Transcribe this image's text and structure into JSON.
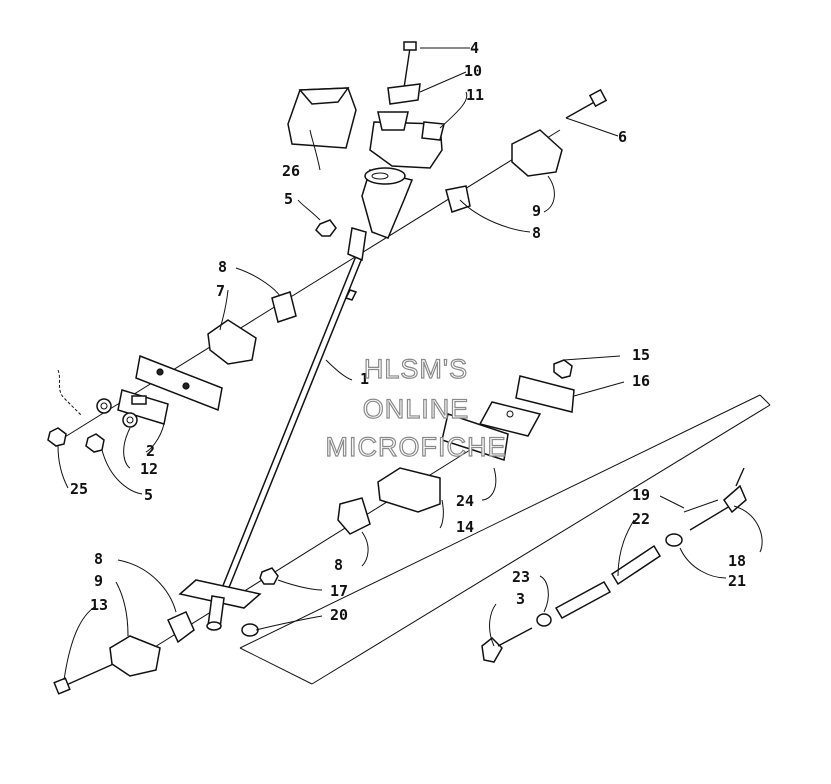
{
  "watermark": {
    "line1": "HLSM'S",
    "line2": "ONLINE",
    "line3": "MICROFICHE"
  },
  "callouts": {
    "c1": "1",
    "c2": "2",
    "c3": "3",
    "c4": "4",
    "c5a": "5",
    "c5b": "5",
    "c6": "6",
    "c7": "7",
    "c8a": "8",
    "c8b": "8",
    "c8c": "8",
    "c8d": "8",
    "c9a": "9",
    "c9b": "9",
    "c10": "10",
    "c11": "11",
    "c12": "12",
    "c13": "13",
    "c14": "14",
    "c15": "15",
    "c16": "16",
    "c17": "17",
    "c18": "18",
    "c19": "19",
    "c20": "20",
    "c21": "21",
    "c22": "22",
    "c23": "23",
    "c24": "24",
    "c25": "25",
    "c26": "26"
  }
}
